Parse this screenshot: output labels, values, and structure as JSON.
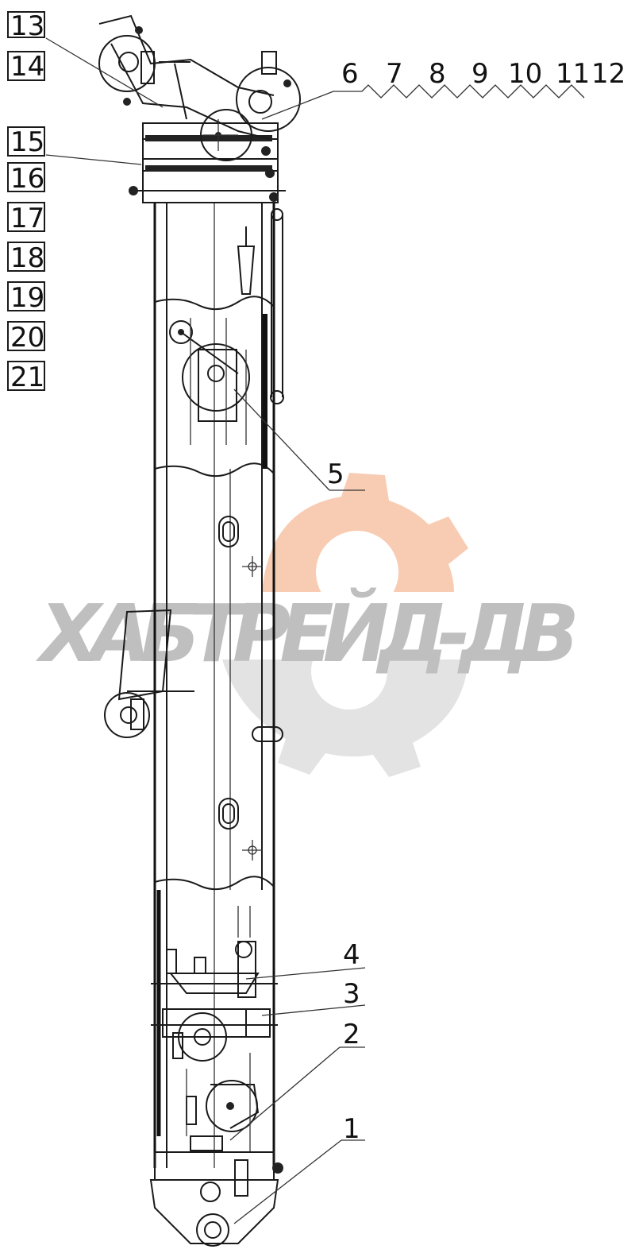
{
  "drawing": {
    "title": "",
    "watermark": {
      "text": "ХАБТРЕЙД-ДВ",
      "text_color": "#b9b9b9",
      "gear_color": "#f6b48f",
      "gear_shadow_color": "#d8d8d8"
    },
    "callouts": {
      "left_boxed": [
        "13",
        "14",
        "15",
        "16",
        "17",
        "18",
        "19",
        "20",
        "21"
      ],
      "top_right": [
        "6",
        "7",
        "8",
        "9",
        "10",
        "11",
        "12"
      ],
      "right": [
        "5",
        "4",
        "3",
        "2",
        "1"
      ]
    },
    "line_color": "#1a1a1a"
  }
}
